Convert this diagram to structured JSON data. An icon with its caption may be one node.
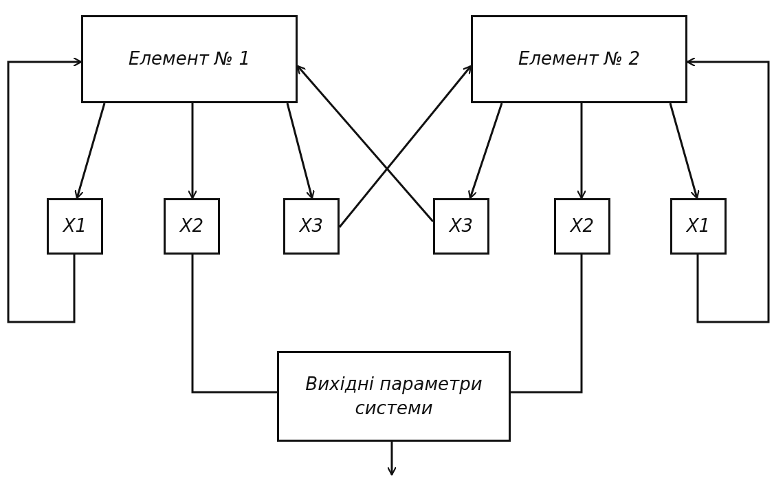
{
  "diagram": {
    "nodes": [
      {
        "text": [
          "Елемент № 1"
        ]
      },
      {
        "text": [
          "Елемент № 2"
        ]
      },
      {
        "text": [
          "X1"
        ]
      },
      {
        "text": [
          "X2"
        ]
      },
      {
        "text": [
          "X3"
        ]
      },
      {
        "text": [
          "X3"
        ]
      },
      {
        "text": [
          "X2"
        ]
      },
      {
        "text": [
          "X1"
        ]
      },
      {
        "text": [
          "Вихідні параметри системи"
        ]
      }
    ],
    "edges": [
      {
        "from": 0,
        "to": 2,
        "arrow": "to"
      },
      {
        "from": 0,
        "to": 3,
        "arrow": "to"
      },
      {
        "from": 0,
        "to": 4,
        "arrow": "to"
      },
      {
        "from": 1,
        "to": 5,
        "arrow": "to"
      },
      {
        "from": 1,
        "to": 6,
        "arrow": "to"
      },
      {
        "from": 1,
        "to": 7,
        "arrow": "to"
      },
      {
        "from": 2,
        "to": 0,
        "arrow": "to"
      },
      {
        "from": 7,
        "to": 1,
        "arrow": "to"
      },
      {
        "from": 4,
        "to": 1,
        "arrow": "to"
      },
      {
        "from": 5,
        "to": 0,
        "arrow": "to"
      },
      {
        "from": 3,
        "to": 8,
        "arrow": "none"
      },
      {
        "from": 6,
        "to": 8,
        "arrow": "none"
      },
      {
        "from": 8,
        "to": null,
        "arrow": "to"
      }
    ]
  }
}
